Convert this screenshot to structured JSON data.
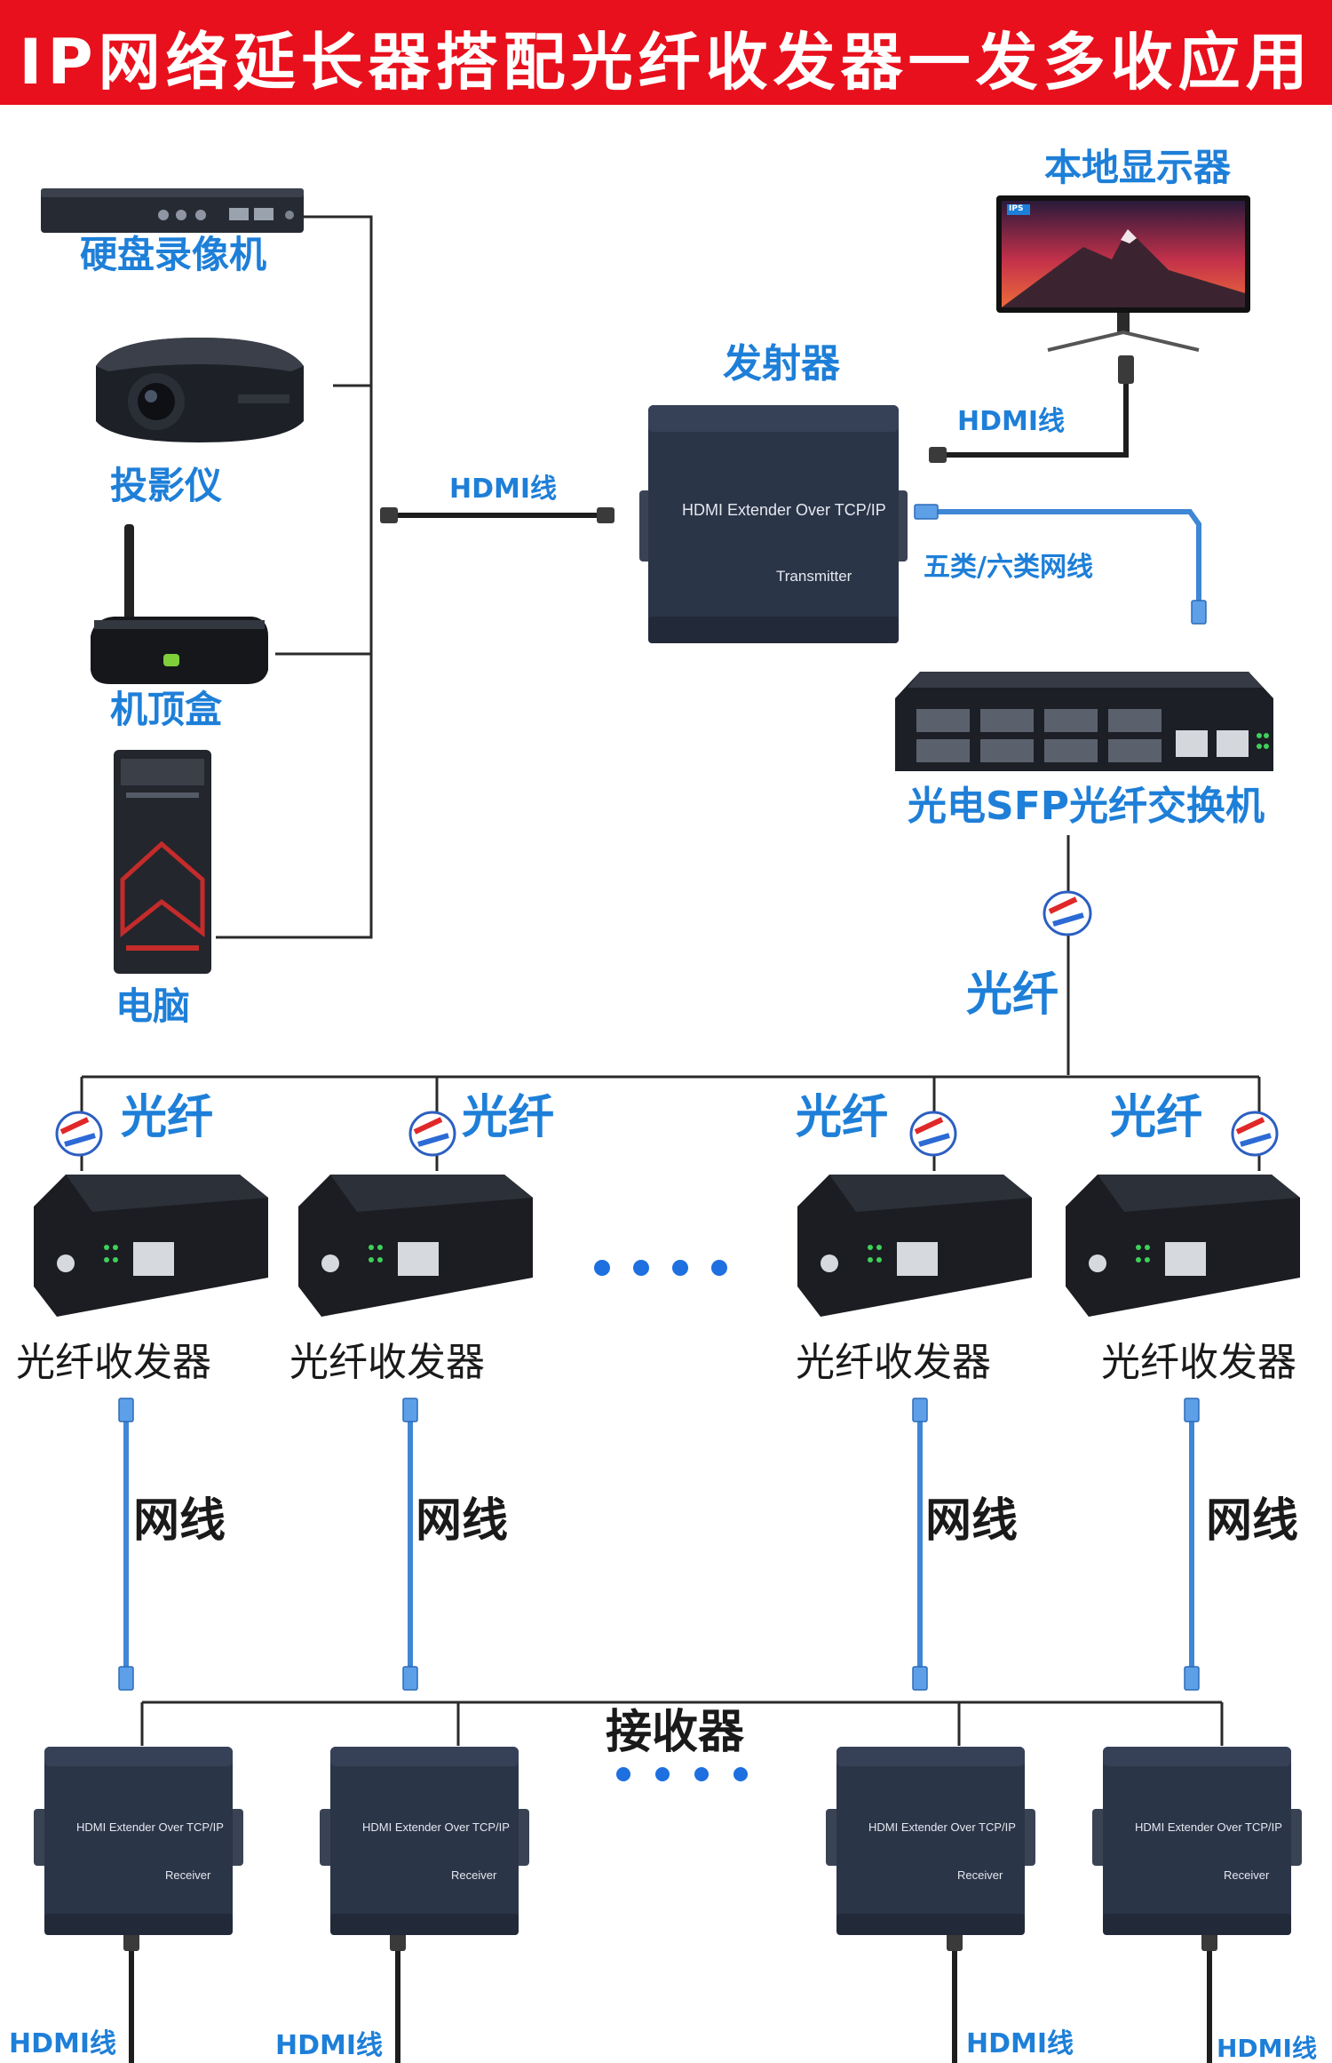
{
  "title": "IP网络延长器搭配光纤收发器一发多收应用",
  "colors": {
    "banner": "#e8101c",
    "label_blue": "#1e7fd8",
    "device_navy": "#2b3548",
    "cable_blue": "#3f86d6",
    "line": "#2a2a2a"
  },
  "sources": [
    {
      "label": "硬盘录像机",
      "icon": "dvr-icon"
    },
    {
      "label": "投影仪",
      "icon": "projector-icon"
    },
    {
      "label": "机顶盒",
      "icon": "set-top-box-icon"
    },
    {
      "label": "电脑",
      "icon": "pc-tower-icon"
    }
  ],
  "transmitter": {
    "label": "发射器",
    "panel_text": "HDMI Extender Over TCP/IP",
    "role_text": "Transmitter"
  },
  "monitor": {
    "label": "本地显示器",
    "badge": "IPS"
  },
  "switch": {
    "label": "光电SFP光纤交换机"
  },
  "cables": {
    "hdmi_in": "HDMI线",
    "hdmi_out": "HDMI线",
    "cat": "五类/六类网线",
    "fiber_main": "光纤"
  },
  "branches": [
    {
      "fiber": "光纤",
      "converter": "光纤收发器",
      "lan": "网线",
      "hdmi": "HDMI线"
    },
    {
      "fiber": "光纤",
      "converter": "光纤收发器",
      "lan": "网线",
      "hdmi": "HDMI线"
    },
    {
      "fiber": "光纤",
      "converter": "光纤收发器",
      "lan": "网线",
      "hdmi": "HDMI线"
    },
    {
      "fiber": "光纤",
      "converter": "光纤收发器",
      "lan": "网线",
      "hdmi": "HDMI线"
    }
  ],
  "receiver": {
    "label": "接收器",
    "panel_text": "HDMI Extender Over TCP/IP",
    "role_text": "Receiver"
  }
}
